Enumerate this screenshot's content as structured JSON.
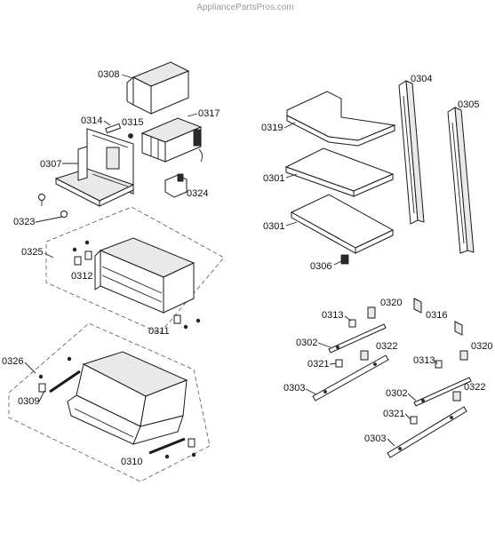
{
  "watermark": "AppliancePartsPros.com",
  "labels": {
    "p0308": "0308",
    "p0314": "0314",
    "p0315": "0315",
    "p0317": "0317",
    "p0307": "0307",
    "p0324": "0324",
    "p0323": "0323",
    "p0325": "0325",
    "p0312": "0312",
    "p0311": "0311",
    "p0326": "0326",
    "p0309": "0309",
    "p0310": "0310",
    "p0319": "0319",
    "p0301a": "0301",
    "p0301b": "0301",
    "p0306": "0306",
    "p0304": "0304",
    "p0305": "0305",
    "p0313a": "0313",
    "p0320a": "0320",
    "p0316": "0316",
    "p0302a": "0302",
    "p0322a": "0322",
    "p0320b": "0320",
    "p0321a": "0321",
    "p0313b": "0313",
    "p0303a": "0303",
    "p0302b": "0302",
    "p0322b": "0322",
    "p0321b": "0321",
    "p0303b": "0303"
  }
}
